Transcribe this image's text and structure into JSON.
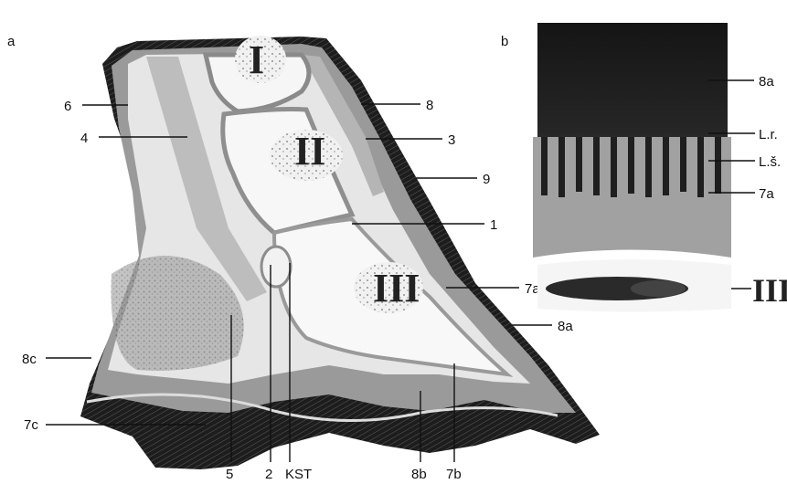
{
  "panels": {
    "a": "a",
    "b": "b"
  },
  "romans": {
    "p1": "I",
    "p2": "II",
    "p3": "III",
    "b3": "III"
  },
  "labels": {
    "l6": "6",
    "l4": "4",
    "l7c": "7c",
    "l8c": "8c",
    "l8": "8",
    "l3": "3",
    "l9": "9",
    "l1": "1",
    "l7a": "7a",
    "l8a": "8a",
    "b8a": "8a",
    "blr": "L.r.",
    "bls": "L.š.",
    "b7a": "7a",
    "l5": "5",
    "l2": "2",
    "lkst": "KST",
    "l8b": "8b",
    "l7b": "7b"
  },
  "colors": {
    "dark_horn": "#161616",
    "grey_layer": "#9a9a9a",
    "light_tissue": "#e4e4e4",
    "bone": "#f7f7f7"
  }
}
